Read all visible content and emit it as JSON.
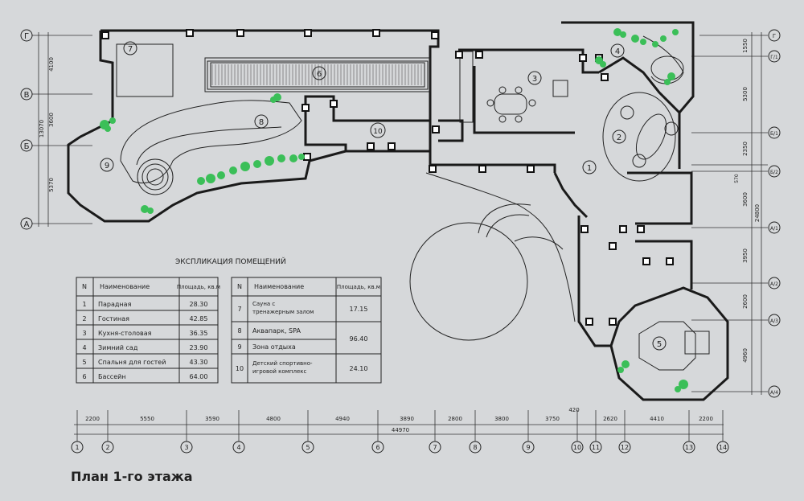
{
  "title": "План 1-го этажа",
  "explication_title": "ЭКСПЛИКАЦИЯ ПОМЕЩЕНИЙ",
  "table_left": {
    "headers": [
      "N",
      "Наименование",
      "Площадь, кв.м"
    ],
    "rows": [
      [
        "1",
        "Парадная",
        "28.30"
      ],
      [
        "2",
        "Гостиная",
        "42.85"
      ],
      [
        "3",
        "Кухня-столовая",
        "36.35"
      ],
      [
        "4",
        "Зимний сад",
        "23.90"
      ],
      [
        "5",
        "Спальня для гостей",
        "43.30"
      ],
      [
        "6",
        "Бассейн",
        "64.00"
      ]
    ]
  },
  "table_right": {
    "headers": [
      "N",
      "Наименование",
      "Площадь, кв.м"
    ],
    "rows": [
      [
        "7",
        "Сауна с тренажерным залом",
        "17.15"
      ],
      [
        "8",
        "Аквапарк, SPA",
        "96.40"
      ],
      [
        "9",
        "Зона отдыха",
        ""
      ],
      [
        "10",
        "Детский спортивно-игровой комплекс",
        "24.10"
      ]
    ]
  },
  "room_numbers": [
    "1",
    "2",
    "3",
    "4",
    "5",
    "6",
    "7",
    "8",
    "9",
    "10"
  ],
  "axes_bottom": [
    "1",
    "2",
    "3",
    "4",
    "5",
    "6",
    "7",
    "8",
    "9",
    "10",
    "11",
    "12",
    "13",
    "14"
  ],
  "axes_left": [
    "Г",
    "В",
    "Б",
    "А"
  ],
  "axes_right": [
    "Г",
    "Г/1",
    "Б/1",
    "Б/2",
    "А/1",
    "А/2",
    "А/3",
    "А/4"
  ],
  "dims_bottom": [
    "2200",
    "5550",
    "3590",
    "4800",
    "4940",
    "3890",
    "2800",
    "3800",
    "3750",
    "420",
    "2620",
    "4410",
    "2200"
  ],
  "dim_total_bottom": "44970",
  "dims_left": [
    "4100",
    "3600",
    "5370"
  ],
  "dim_total_left": "13070",
  "dims_right": [
    "1550",
    "5300",
    "2350",
    "570",
    "3600",
    "3950",
    "2600",
    "4960"
  ],
  "dim_total_right": "24800",
  "colors": {
    "background": "#d6d8da",
    "plants": "#3bbf58",
    "walls": "#1a1a1a"
  }
}
